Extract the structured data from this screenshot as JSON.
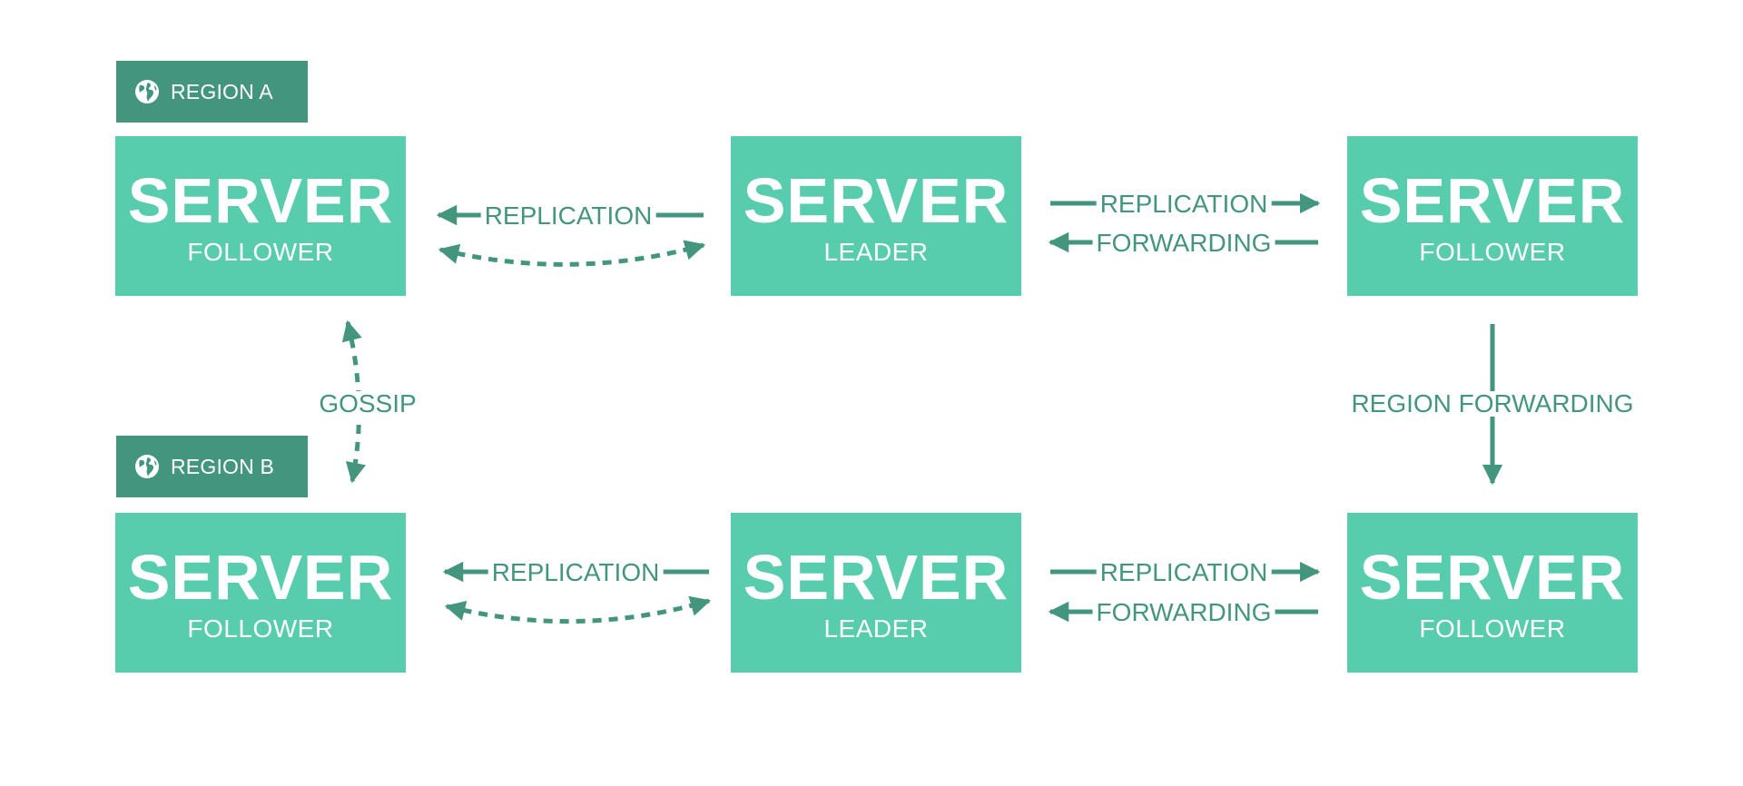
{
  "colors": {
    "server_fill": "#57cdad",
    "region_fill": "#43967d",
    "connector": "#43967d",
    "text_on_fill": "#ffffff"
  },
  "regions": [
    {
      "id": "a",
      "label": "REGION A",
      "icon": "globe-icon"
    },
    {
      "id": "b",
      "label": "REGION B",
      "icon": "globe-icon"
    }
  ],
  "servers": [
    {
      "id": "a-follower-left",
      "title": "SERVER",
      "role": "FOLLOWER"
    },
    {
      "id": "a-leader",
      "title": "SERVER",
      "role": "LEADER"
    },
    {
      "id": "a-follower-right",
      "title": "SERVER",
      "role": "FOLLOWER"
    },
    {
      "id": "b-follower-left",
      "title": "SERVER",
      "role": "FOLLOWER"
    },
    {
      "id": "b-leader",
      "title": "SERVER",
      "role": "LEADER"
    },
    {
      "id": "b-follower-right",
      "title": "SERVER",
      "role": "FOLLOWER"
    }
  ],
  "connections": {
    "a_left_replication": "REPLICATION",
    "a_right_replication": "REPLICATION",
    "a_right_forwarding": "FORWARDING",
    "b_left_replication": "REPLICATION",
    "b_right_replication": "REPLICATION",
    "b_right_forwarding": "FORWARDING",
    "gossip": "GOSSIP",
    "region_forwarding": "REGION FORWARDING"
  }
}
